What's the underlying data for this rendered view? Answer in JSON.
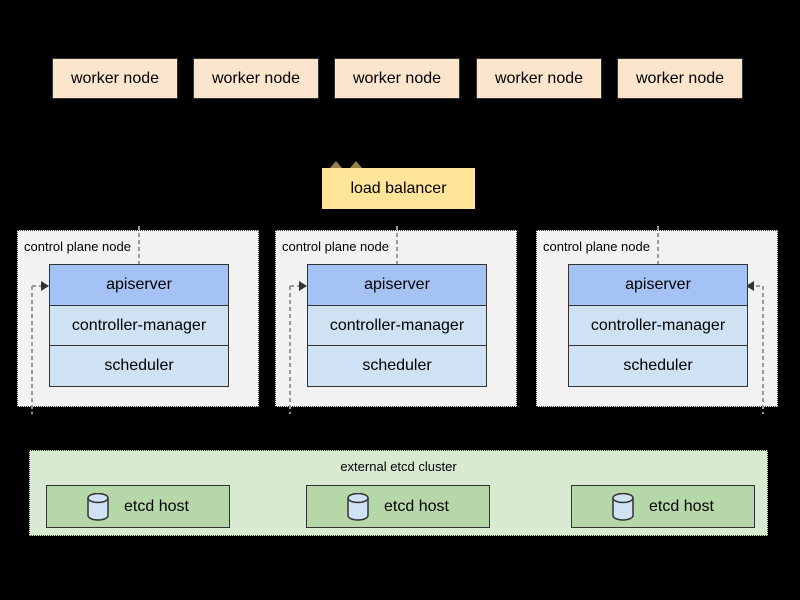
{
  "colors": {
    "background": "#000000",
    "border": "#333333",
    "text": "#000000",
    "worker-fill": "#fce5cd",
    "lb-fill": "#ffe599",
    "cp-fill": "#f2f2f2",
    "apiserver-fill": "#a4c2f4",
    "component-fill": "#cfe2f3",
    "etcd-cluster-fill": "#d9ead3",
    "etcd-host-fill": "#b6d7a8",
    "cylinder-fill": "#cfe2f3",
    "line": "#999999"
  },
  "workers": {
    "items": [
      {
        "label": "worker node"
      },
      {
        "label": "worker node"
      },
      {
        "label": "worker node"
      },
      {
        "label": "worker node"
      },
      {
        "label": "worker node"
      }
    ]
  },
  "load_balancer": {
    "label": "load balancer"
  },
  "control_planes": {
    "items": [
      {
        "label": "control plane node",
        "etcd_link_side": "left",
        "components": [
          {
            "label": "apiserver"
          },
          {
            "label": "controller-manager"
          },
          {
            "label": "scheduler"
          }
        ]
      },
      {
        "label": "control plane node",
        "etcd_link_side": "left",
        "components": [
          {
            "label": "apiserver"
          },
          {
            "label": "controller-manager"
          },
          {
            "label": "scheduler"
          }
        ]
      },
      {
        "label": "control plane node",
        "etcd_link_side": "right",
        "components": [
          {
            "label": "apiserver"
          },
          {
            "label": "controller-manager"
          },
          {
            "label": "scheduler"
          }
        ]
      }
    ]
  },
  "etcd_cluster": {
    "label": "external etcd cluster",
    "hosts": [
      {
        "label": "etcd host"
      },
      {
        "label": "etcd host"
      },
      {
        "label": "etcd host"
      }
    ]
  }
}
